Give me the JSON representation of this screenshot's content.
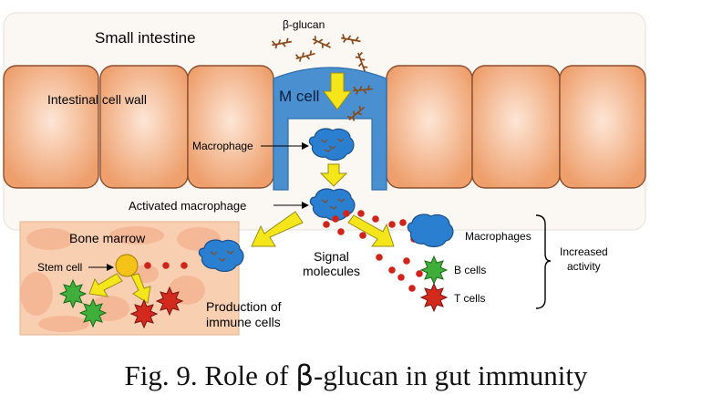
{
  "labels": {
    "small_intestine": "Small intestine",
    "beta_glucan": "β-glucan",
    "intestinal_cell_wall": "Intestinal cell wall",
    "m_cell": "M cell",
    "macrophage": "Macrophage",
    "activated_macrophage": "Activated macrophage",
    "bone_marrow": "Bone marrow",
    "stem_cell": "Stem cell",
    "signal_molecules_line1": "Signal",
    "signal_molecules_line2": "molecules",
    "production_line1": "Production of",
    "production_line2": "immune cells",
    "macrophages": "Macrophages",
    "b_cells": "B cells",
    "t_cells": "T cells",
    "increased_line1": "Increased",
    "increased_line2": "activity"
  },
  "caption": {
    "prefix": "Fig. 9. Role of ",
    "symbol": "β",
    "suffix": "-glucan in gut immunity"
  },
  "colors": {
    "cell_fill": "#f2b48c",
    "cell_stroke": "#8a5030",
    "m_cell": "#4a8fd0",
    "macrophage": "#2a7fd0",
    "arrow_yellow": "#f5e61c",
    "signal_dot": "#d0241a",
    "b_cell": "#3fae3a",
    "t_cell": "#d42a1e",
    "stem_cell": "#f5c21a",
    "bone_marrow_bg": "#f8cfb0",
    "glucan": "#8a4a1a"
  }
}
